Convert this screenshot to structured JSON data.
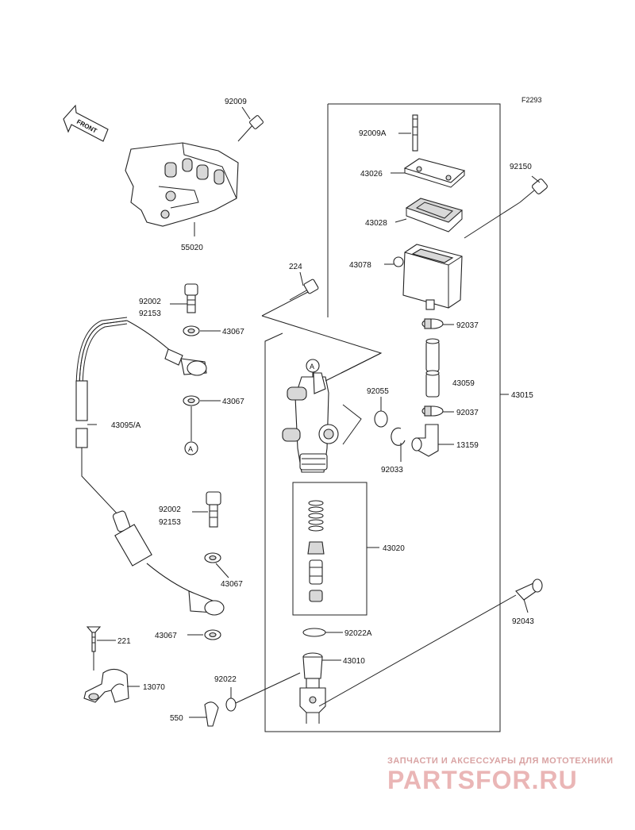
{
  "figure_code": "F2293",
  "front_label": "FRONT",
  "callouts": {
    "c92009": "92009",
    "c55020": "55020",
    "c92009A": "92009A",
    "c43026": "43026",
    "c43028": "43028",
    "c92150": "92150",
    "c43078": "43078",
    "c224": "224",
    "c92037a": "92037",
    "c43059": "43059",
    "c43015": "43015",
    "c92055": "92055",
    "c92037b": "92037",
    "c13159": "13159",
    "c92033": "92033",
    "c92002a": "92002",
    "c92153a": "92153",
    "c43067a": "43067",
    "c43067b": "43067",
    "c43095A": "43095/A",
    "c92002b": "92002",
    "c92153b": "92153",
    "c43067c": "43067",
    "c43067d": "43067",
    "c43020": "43020",
    "c92043": "92043",
    "c92022A": "92022A",
    "c43010": "43010",
    "c221": "221",
    "c13070": "13070",
    "c92022": "92022",
    "c550": "550",
    "markerA1": "A",
    "markerA2": "A"
  },
  "watermark": {
    "tagline": "ЗАПЧАСТИ И АКСЕССУАРЫ ДЛЯ МОТОТЕХНИКИ",
    "brand": "PARTSFOR.RU"
  }
}
